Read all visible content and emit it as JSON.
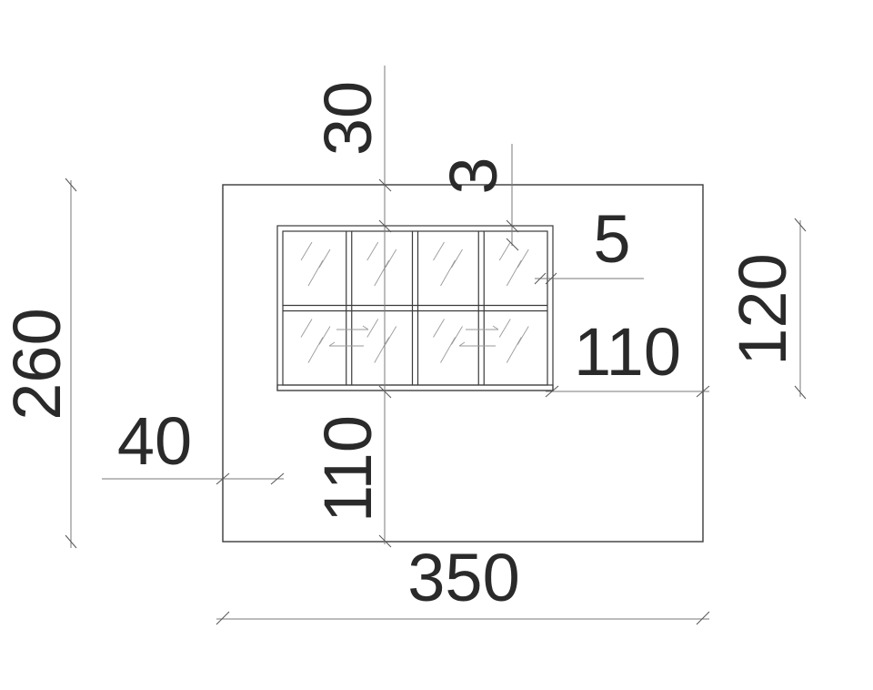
{
  "drawing": {
    "dimensions": {
      "wall_height": "260",
      "wall_width": "350",
      "left_offset": "40",
      "top_offset": "30",
      "frame_thickness": "3",
      "window_depth": "5",
      "window_height_right": "110",
      "window_height_side": "120",
      "sill_height": "110"
    },
    "window": {
      "columns": 4,
      "rows": 2
    }
  }
}
